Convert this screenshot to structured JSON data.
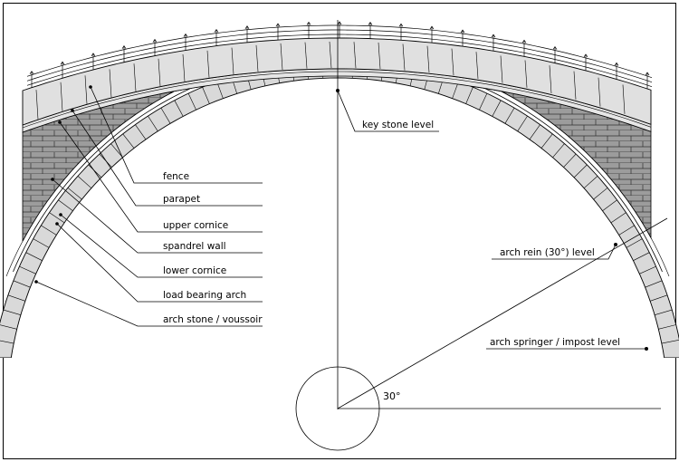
{
  "figure": {
    "colors": {
      "line": "#000000",
      "background": "#ffffff",
      "masonry": "#9c9c9c",
      "voussoir": "#d9d9d9",
      "parapet": "#e0e0e0"
    }
  },
  "labels": {
    "fence": "fence",
    "parapet": "parapet",
    "upper_cornice": "upper cornice",
    "spandrel_wall": "spandrel wall",
    "lower_cornice": "lower cornice",
    "load_bearing_arch": "load bearing arch",
    "arch_stone": "arch stone / voussoir",
    "key_stone_level": "key stone level",
    "arch_rein_level": "arch rein (30°) level",
    "arch_springer_level": "arch springer / impost level",
    "angle": "30°"
  }
}
